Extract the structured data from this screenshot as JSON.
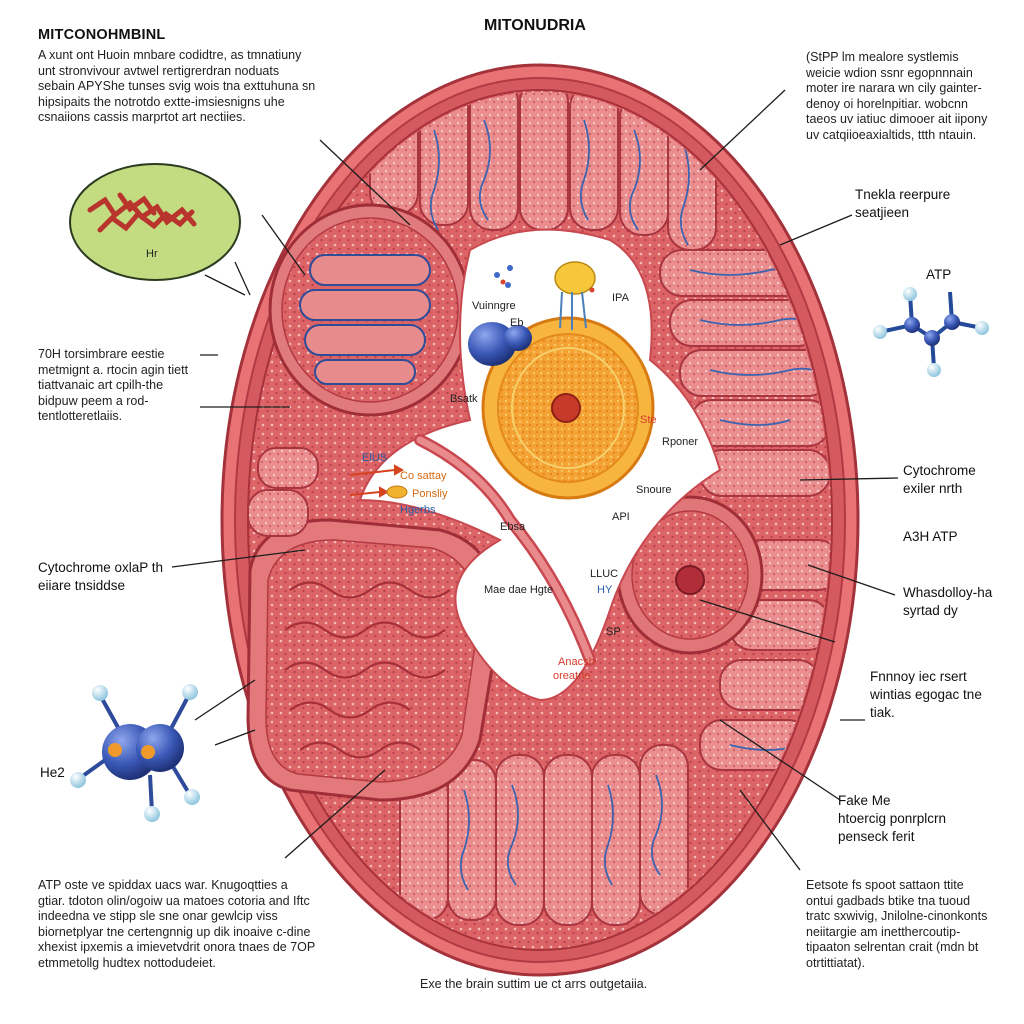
{
  "title": "MITONUDRIA",
  "header_left": "MITCONOHMBINL",
  "paragraphs": {
    "top_left": "A  xunt  ont  Huoin  mnbare  codidtre,  as tmnatiuny  unt  stronvivour  avtwel  rertigrerdran noduats sebain APYShe tunses svig wois tna exttuhuna  sn  hipsipaits  the  notrotdo  extte-imsiesnigns  uhe  csnaiions  cassis  marprtot  art nectiies.",
    "top_right": "(StPP  lm    mealore  systlemis weicie  wdion  ssnr  egopnnnain moter ire narara wn cily gainter-denoy  oi  horelnpitiar.  wobcnn taeos  uv  iatiuc  dimooer  ait iipony  uv  catqiioeaxialtids,  ttth ntauin.",
    "mid_left": "70H  torsimbrare  eestie metmignt  a.  rtocin  agin tiett  tiattvanaic  art  cpilh-the  bidpuw  peem  a  rod-tentlotteretlaiis.",
    "bottom_left": "ATP  oste  ve  spiddax   uacs  war.  Knugoqtties  a gtiar.  tdoton  olin/ogoiw  ua  matoes  cotoria  and Iftc  indeedna   ve  stipp  sle  sne  onar  gewlcip  viss biornetplyar  tne  certengnnig  up  dik  inoaive  c-dine  xhexist  ipxemis  a  imievetvdrit  onora  tnaes de  7OP  etmmetollg  hudtex  nottodudeiet.",
    "bottom_right": "Eetsote    fs    spoot  sattaon  ttite ontui  gadbads  btike  tna  tuoud tratc  sxwivig,  Jnilolne-cinonkonts neiitargie   am    inetthercoutip-tipaaton  selrentan  crait  (mdn bt otrtittiatat)."
  },
  "labels": {
    "enzyme_repair": "Tnekla reerpure seatjieen",
    "atp": "ATP",
    "cytochrome_right": "Cytochrome exiler nrth",
    "a3h_atp": "A3H ATP",
    "whasdolloy": "Whasdolloy-ha syrtad dy",
    "fnnnoy": "Fnnnoy iec rsert wintias egogac tne tiak.",
    "fake_me": "Fake Me",
    "hioercig": "htoercig ponrplcrn penseck ferit",
    "cytochrome_left": "Cytochrome oxlaP th eiiare tnsiddse",
    "h2": "Hr",
    "he2": "He2",
    "vuinnigre": "Vuinngre",
    "ipa": "IPA",
    "bsatk": "Bsatk",
    "eb": "Eb",
    "elus": "ElUS",
    "cosaltay": "Co sattay",
    "ponsliy": "Ponsliy",
    "hgerbs": "Hgerbs",
    "ebsa": "Ebsa",
    "mae_hgte": "Mae dae Hgte",
    "lluc": "LLUC",
    "hy": "HY",
    "api": "API",
    "snoure": "Snoure",
    "rponer": "Rponer",
    "ste": "Ste",
    "sp": "SP",
    "anacsh": "Anacsh",
    "oreatne": "oreatne",
    "caption": "Exe the brain suttim ue ct arrs outgetaiia."
  },
  "colors": {
    "membrane": "#d86063",
    "tissue": "#d9585e",
    "tissue_light": "#ec9a9b",
    "nucleus_orange": "#f2a42f",
    "molecule_blue": "#3a59b8",
    "ring_green": "#b9d66f"
  }
}
